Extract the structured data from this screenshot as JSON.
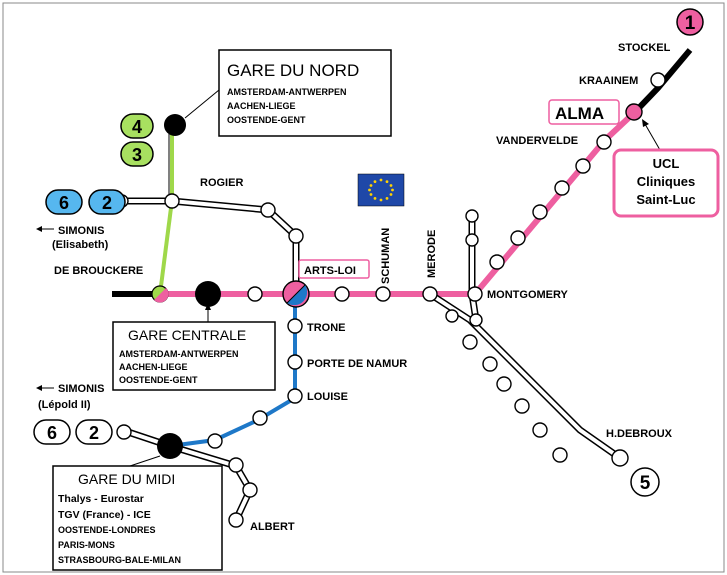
{
  "colors": {
    "line_1_5": "#ee5fa0",
    "line_2_6": "#1e78c8",
    "line_3_4": "#9fd84a",
    "badge_2_6": "#56b7ef",
    "badge_3_4": "#a8e060",
    "badge_1": "#ee5fa0",
    "eu_flag": "#1f48a8",
    "eu_stars": "#ffd200"
  },
  "badges": {
    "line_1": "1",
    "line_4": "4",
    "line_3": "3",
    "line_6_top": "6",
    "line_2_top": "2",
    "line_6_bottom": "6",
    "line_2_bottom": "2",
    "line_5": "5"
  },
  "stations": {
    "stockel": "STOCKEL",
    "kraainem": "KRAAINEM",
    "alma": "ALMA",
    "vandervelde": "VANDERVELDE",
    "rogier": "ROGIER",
    "simonis_elisabeth": "SIMONIS",
    "simonis_elisabeth_sub": "(Elisabeth)",
    "de_brouckere": "DE BROUCKERE",
    "arts_loi": "ARTS-LOI",
    "schuman": "SCHUMAN",
    "merode": "MERODE",
    "montgomery": "MONTGOMERY",
    "trone": "TRONE",
    "porte_de_namur": "PORTE DE NAMUR",
    "louise": "LOUISE",
    "simonis_leopold": "SIMONIS",
    "simonis_leopold_sub": "(Lépold II)",
    "hdebroux": "H.DEBROUX",
    "albert": "ALBERT"
  },
  "ucl": {
    "line1": "UCL",
    "line2": "Cliniques",
    "line3": "Saint-Luc"
  },
  "gare_du_nord": {
    "title": "GARE DU NORD",
    "lines": [
      "AMSTERDAM-ANTWERPEN",
      "AACHEN-LIEGE",
      "OOSTENDE-GENT"
    ]
  },
  "gare_centrale": {
    "title": "GARE CENTRALE",
    "lines": [
      "AMSTERDAM-ANTWERPEN",
      "AACHEN-LIEGE",
      "OOSTENDE-GENT"
    ]
  },
  "gare_du_midi": {
    "title": "GARE DU MIDI",
    "lines": [
      "Thalys - Eurostar",
      "TGV (France) - ICE",
      "OOSTENDE-LONDRES",
      "PARIS-MONS",
      "STRASBOURG-BALE-MILAN"
    ]
  },
  "icons": {
    "arrow_simonis_top": "left-arrow-icon",
    "arrow_simonis_bottom": "left-arrow-icon",
    "eu_flag": "eu-flag-icon"
  }
}
